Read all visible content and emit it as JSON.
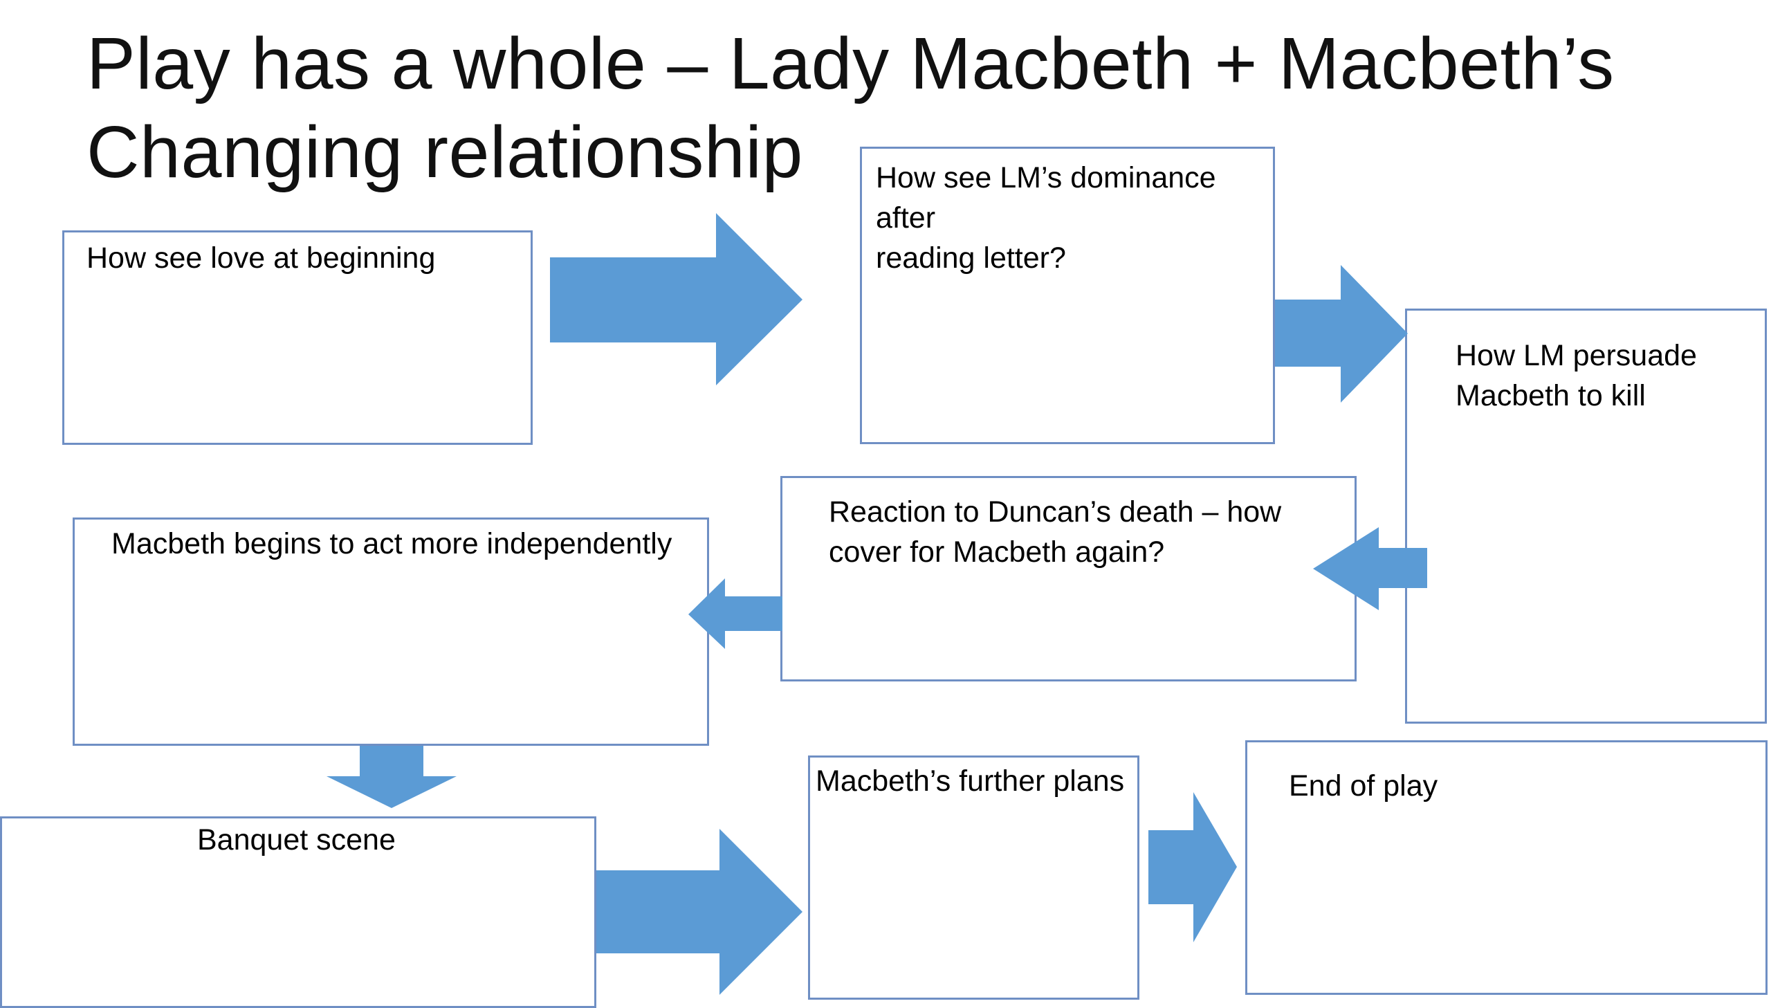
{
  "title": {
    "line1": "Play has a whole – Lady Macbeth + Macbeth’s",
    "line2": "Changing relationship"
  },
  "boxes": {
    "love_beginning": "How see love at beginning",
    "lm_dominance": "How see LM’s dominance after\nreading letter?",
    "lm_persuade": "How LM persuade\nMacbeth to kill",
    "duncan_reaction": "Reaction to Duncan’s death – how\ncover for Macbeth again?",
    "macbeth_independent": "Macbeth begins to act more independently",
    "banquet": "Banquet scene",
    "further_plans": "Macbeth’s further plans",
    "end_of_play": "End of play"
  },
  "colors": {
    "arrow_fill": "#5b9bd5",
    "box_border": "#6f8fc4"
  }
}
